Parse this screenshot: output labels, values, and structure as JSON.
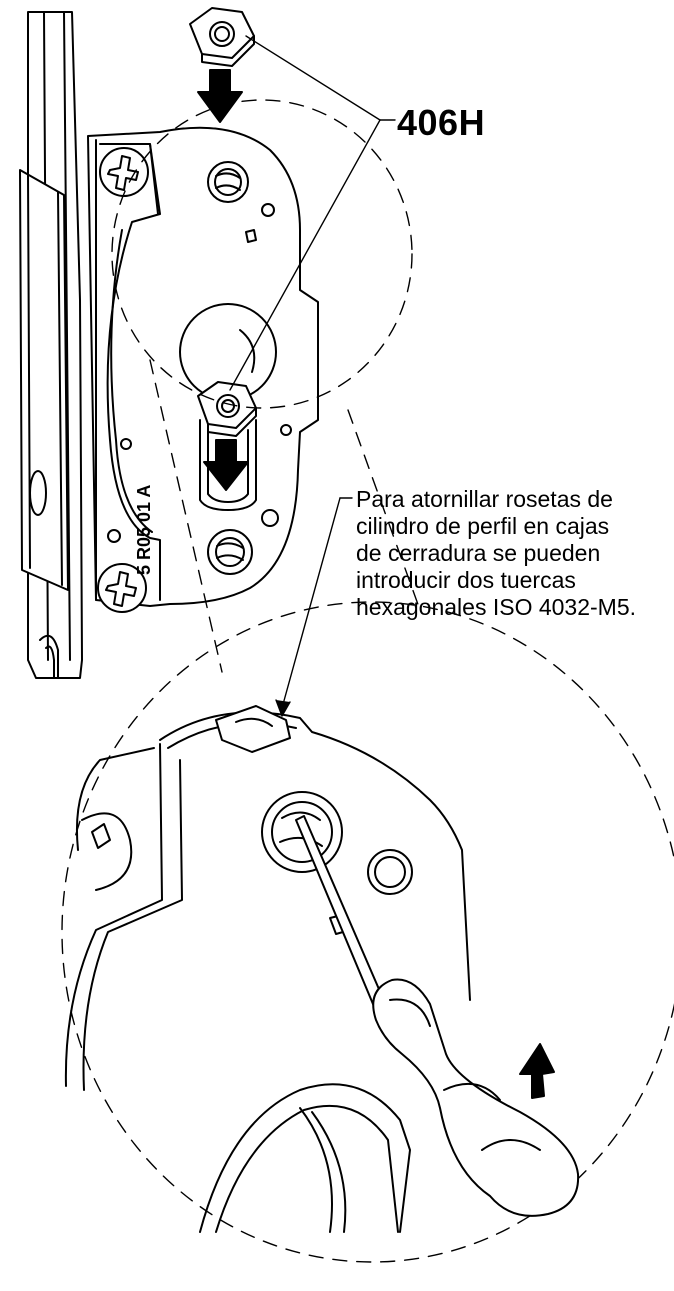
{
  "part_number": "406H",
  "instruction_lines": [
    "Para atornillar rosetas de",
    "cilindro de perfil en cajas",
    "de cerradura se pueden",
    "introducir dos tuercas",
    "hexagonales ISO 4032-M5."
  ],
  "case_stamp": "5 R05 01 A",
  "icons": {
    "arrow": "down-arrow-icon",
    "nut": "hex-nut-icon",
    "screw": "phillips-screw-icon",
    "screwdriver": "screwdriver-icon"
  },
  "colors": {
    "line": "#000000",
    "background": "#ffffff"
  }
}
